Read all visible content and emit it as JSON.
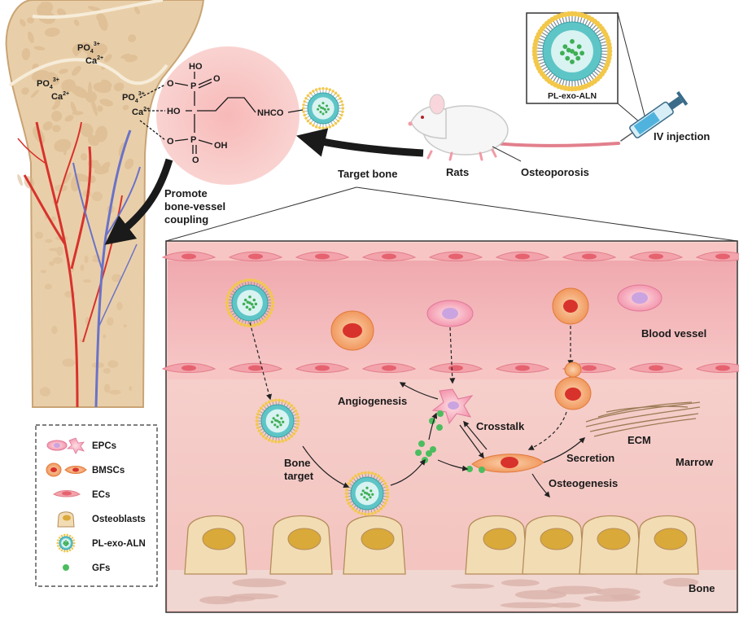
{
  "labels": {
    "pl_exo_aln_top": "PL-exo-ALN",
    "iv_injection": "IV injection",
    "rats": "Rats",
    "osteoporosis": "Osteoporosis",
    "target_bone": "Target bone",
    "promote_1": "Promote",
    "promote_2": "bone-vessel",
    "promote_3": "coupling",
    "blood_vessel": "Blood vessel",
    "angiogenesis": "Angiogenesis",
    "crosstalk": "Crosstalk",
    "secretion": "Secretion",
    "ecm": "ECM",
    "marrow": "Marrow",
    "bone_target_1": "Bone",
    "bone_target_2": "target",
    "osteogenesis": "Osteogenesis",
    "bone": "Bone"
  },
  "chemistry": {
    "po4": "PO",
    "po4_sub": "4",
    "po4_sup": "3+",
    "ca": "Ca",
    "ca_sup": "2+",
    "ho1": "HO",
    "o1": "O",
    "p1": "P",
    "o_double1": "O",
    "ho_mid": "HO",
    "o_mid": "O",
    "p2": "P",
    "o_double2": "O",
    "oh": "OH",
    "nhco": "NHCO"
  },
  "legend": {
    "items": [
      {
        "icon": "epc",
        "label": "EPCs"
      },
      {
        "icon": "bmsc",
        "label": "BMSCs"
      },
      {
        "icon": "ec",
        "label": "ECs"
      },
      {
        "icon": "osteoblast",
        "label": "Osteoblasts"
      },
      {
        "icon": "exosome",
        "label": "PL-exo-ALN"
      },
      {
        "icon": "gf",
        "label": "GFs"
      }
    ]
  },
  "colors": {
    "bone_tan": "#e9cfa9",
    "bone_edge": "#c9a475",
    "artery_red": "#d8322c",
    "vein_blue": "#6a72c8",
    "vessel_pink": "#f2b3b5",
    "marrow_pink": "#f6d8d4",
    "exosome_teal": "#5ec5c7",
    "gf_green": "#4bbd5e",
    "cell_orange": "#f5a36a",
    "osteoblast": "#f2dcb4"
  }
}
